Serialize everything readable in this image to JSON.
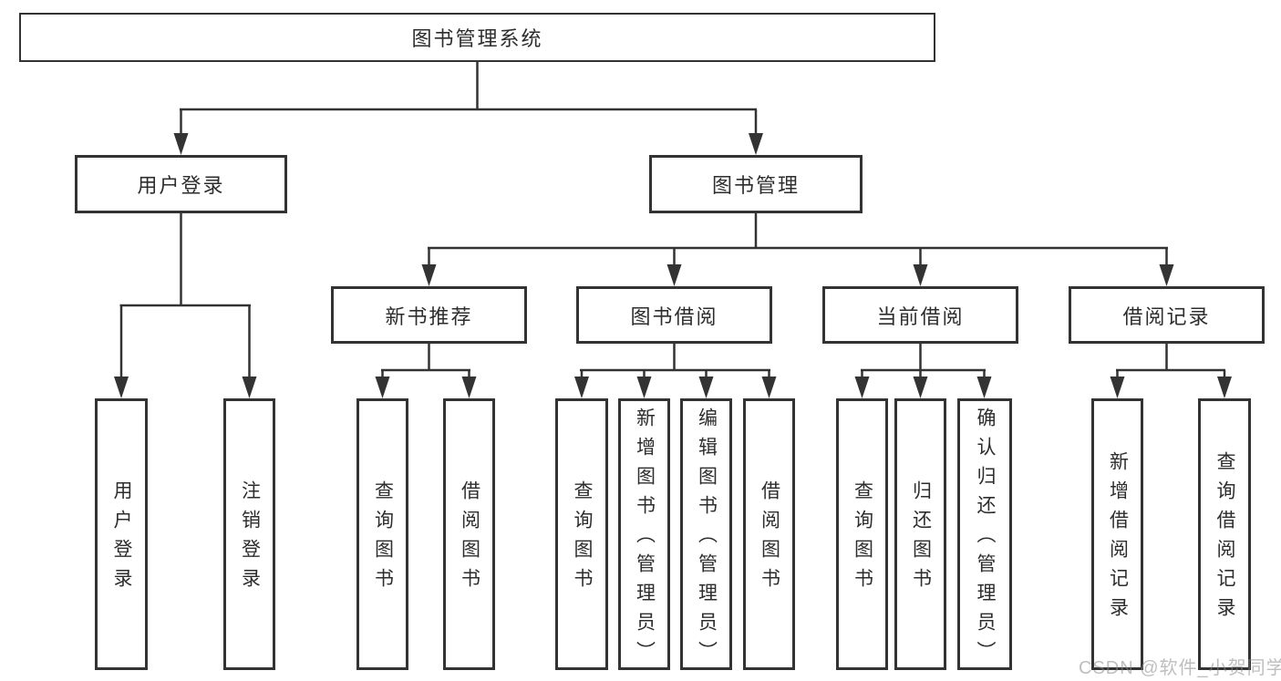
{
  "tree": {
    "root": {
      "label": "图书管理系统",
      "children": [
        {
          "label": "用户登录",
          "children": [
            {
              "label": "用户登录"
            },
            {
              "label": "注销登录"
            }
          ]
        },
        {
          "label": "图书管理",
          "children": [
            {
              "label": "新书推荐",
              "children": [
                {
                  "label": "查询图书"
                },
                {
                  "label": "借阅图书"
                }
              ]
            },
            {
              "label": "图书借阅",
              "children": [
                {
                  "label": "查询图书"
                },
                {
                  "label": "新增图书（管理员）"
                },
                {
                  "label": "编辑图书（管理员）"
                },
                {
                  "label": "借阅图书"
                }
              ]
            },
            {
              "label": "当前借阅",
              "children": [
                {
                  "label": "查询图书"
                },
                {
                  "label": "归还图书"
                },
                {
                  "label": "确认归还（管理员）"
                }
              ]
            },
            {
              "label": "借阅记录",
              "children": [
                {
                  "label": "新增借阅记录"
                },
                {
                  "label": "查询借阅记录"
                }
              ]
            }
          ]
        }
      ]
    }
  },
  "watermark": {
    "text": "CSDN @软件_小贺同学"
  },
  "colors": {
    "line": "#333333",
    "box_border": "#333333",
    "text": "#2d2d2d",
    "background": "#ffffff",
    "watermark": "#c4c4c4"
  }
}
